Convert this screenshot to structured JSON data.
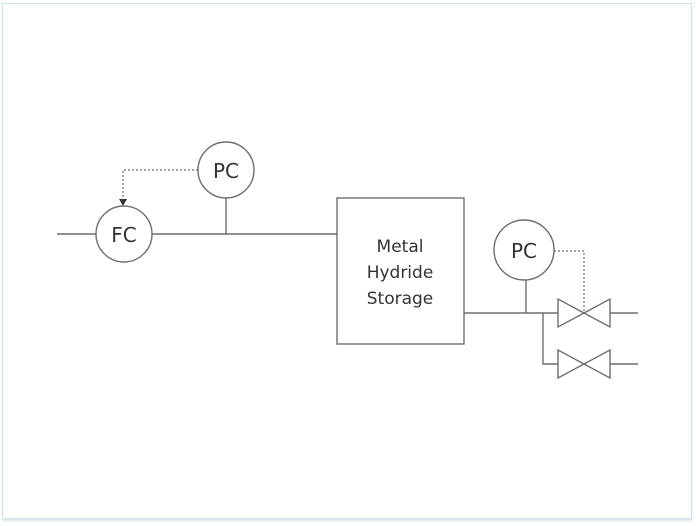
{
  "diagram": {
    "type": "process-flow / P&ID",
    "instruments": {
      "flow_controller": {
        "label": "FC"
      },
      "pressure_controller_inlet": {
        "label": "PC"
      },
      "pressure_controller_outlet": {
        "label": "PC"
      }
    },
    "storage": {
      "line1": "Metal",
      "line2": "Hydride",
      "line3": "Storage"
    },
    "valves": [
      {
        "name": "controlled-valve",
        "controlled_by": "PC"
      },
      {
        "name": "bypass-valve"
      }
    ],
    "signals": [
      {
        "from": "PC (inlet)",
        "to": "FC",
        "style": "dotted",
        "arrow": true
      },
      {
        "from": "PC (outlet)",
        "to": "upper valve",
        "style": "dotted"
      }
    ],
    "colors": {
      "line": "#6e6e6e",
      "text": "#333333",
      "frame": "#cfe0e6"
    }
  }
}
